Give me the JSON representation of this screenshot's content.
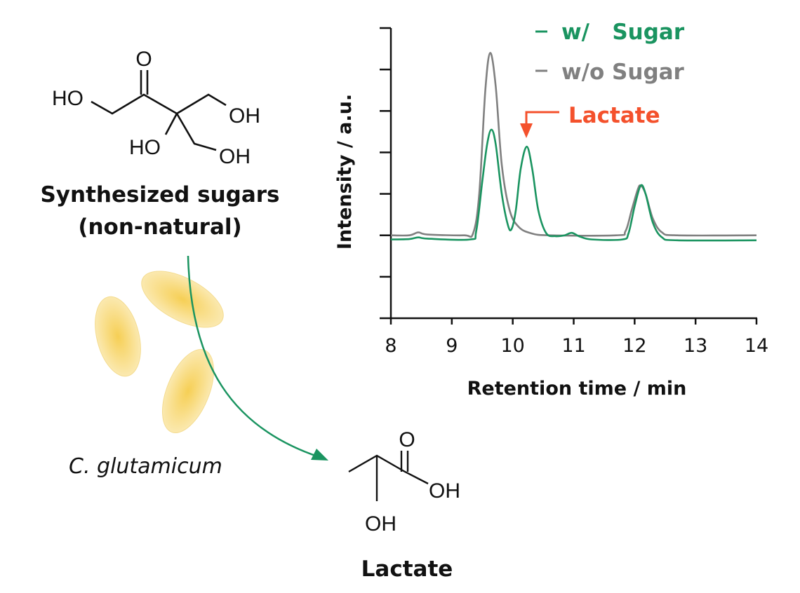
{
  "sugar": {
    "atoms": {
      "o_top": "O",
      "ho_left": "HO",
      "oh_right": "OH",
      "ho_mid": "HO",
      "oh_bottom": "OH"
    },
    "title_line1": "Synthesized sugars",
    "title_line2": "(non-natural)"
  },
  "organism": "C. glutamicum",
  "lactate": {
    "atoms": {
      "o_top": "O",
      "oh_right": "OH",
      "oh_bottom": "OH"
    },
    "label": "Lactate"
  },
  "colors": {
    "with_sugar": "#1a9460",
    "without_sugar": "#808080",
    "lactate_marker": "#f4512c",
    "cells": "#f7d46a"
  },
  "chart_data": {
    "type": "line",
    "xlabel": "Retention time / min",
    "ylabel": "Intensity / a.u.",
    "xlim": [
      8,
      14
    ],
    "ylim": [
      0,
      7
    ],
    "xticks": [
      "8",
      "9",
      "10",
      "11",
      "12",
      "13",
      "14"
    ],
    "yticks_count": 8,
    "legend_placement": "top-right",
    "series": [
      {
        "name": "w/   Sugar",
        "color": "#1a9460",
        "x": [
          8.0,
          8.3,
          8.45,
          8.6,
          9.3,
          9.4,
          9.5,
          9.58,
          9.65,
          9.72,
          9.82,
          9.92,
          9.98,
          10.05,
          10.13,
          10.23,
          10.32,
          10.42,
          10.55,
          10.7,
          10.85,
          10.97,
          11.1,
          11.3,
          11.8,
          11.9,
          12.0,
          12.1,
          12.18,
          12.3,
          12.45,
          12.7,
          14.0
        ],
        "y": [
          1.9,
          1.91,
          1.95,
          1.92,
          1.9,
          2.1,
          3.3,
          4.2,
          4.55,
          4.2,
          3.0,
          2.25,
          2.15,
          2.6,
          3.6,
          4.14,
          3.6,
          2.6,
          2.05,
          1.98,
          2.0,
          2.06,
          1.97,
          1.9,
          1.9,
          2.05,
          2.7,
          3.2,
          3.0,
          2.3,
          1.95,
          1.88,
          1.88
        ]
      },
      {
        "name": "w/o Sugar",
        "color": "#808080",
        "x": [
          8.0,
          8.3,
          8.45,
          8.6,
          9.2,
          9.35,
          9.45,
          9.55,
          9.63,
          9.72,
          9.82,
          9.95,
          10.1,
          10.3,
          10.6,
          11.7,
          11.85,
          11.95,
          12.05,
          12.1,
          12.18,
          12.3,
          12.45,
          12.7,
          14.0
        ],
        "y": [
          2.0,
          2.0,
          2.07,
          2.02,
          2.0,
          2.05,
          3.0,
          5.5,
          6.4,
          5.6,
          3.7,
          2.6,
          2.2,
          2.05,
          2.0,
          2.0,
          2.1,
          2.6,
          3.1,
          3.2,
          3.0,
          2.4,
          2.07,
          2.0,
          2.0
        ]
      }
    ],
    "annotations": [
      {
        "text": "Lactate",
        "x": 10.23
      }
    ]
  }
}
